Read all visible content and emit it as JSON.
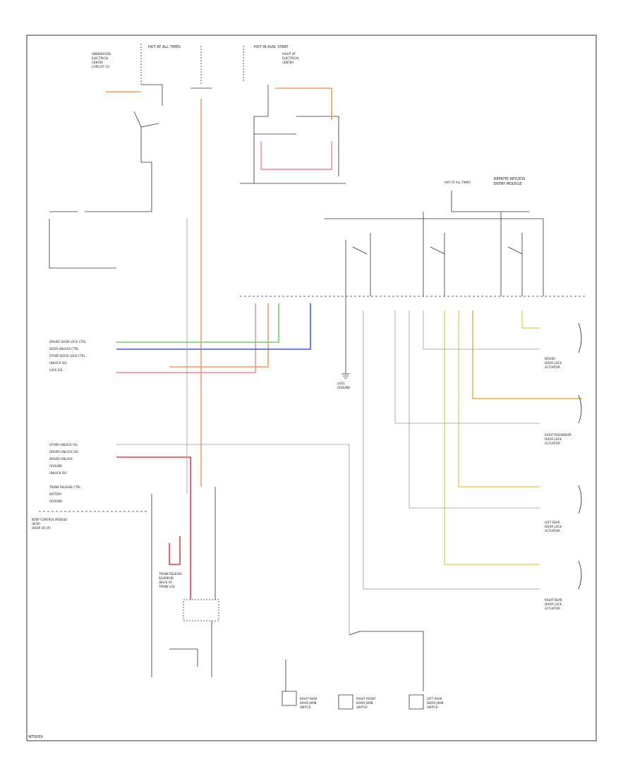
{
  "diagram": {
    "border_color": "#333333",
    "wire_colors": {
      "orange": "#f0a060",
      "pink": "#f08a9a",
      "red": "#e04050",
      "green": "#70d070",
      "blue": "#5a6cf0",
      "yellow": "#e8d060",
      "dark_yellow": "#d8b440",
      "gray": "#999999",
      "dark": "#333333"
    },
    "footer_code": "WT0059",
    "header_left": {
      "hot_label": "HOT AT ALL TIMES",
      "desc": [
        "UNDERHOOD",
        "ELECTRICAL",
        "CENTER",
        "(CIRCUIT 12)"
      ]
    },
    "header_mid": {
      "hot_label": "HOT IN RUN, START",
      "desc": [
        "RIGHT I/P",
        "ELECTRICAL",
        "CENTER"
      ]
    },
    "right_header": {
      "hot_label": "HOT AT ALL TIMES",
      "desc": [
        "REMOTE KEYLESS",
        "ENTRY MODULE"
      ]
    },
    "left_blocks": {
      "block1": [
        "DRIVER DOOR LOCK CTRL",
        "DOOR UNLOCK CTRL",
        "OTHER DOOR LOCK CTRL",
        "UNLOCK SIG",
        "LOCK SIG"
      ],
      "block2": [
        "OTHER UNLOCK SIG",
        "DRIVER UNLOCK SIG",
        "DRIVER UNLOCK",
        "GROUND",
        "UNLOCK SIG"
      ],
      "block3": [
        "TRUNK RELEASE CTRL",
        "BATTERY",
        "GROUND"
      ],
      "module_title": [
        "BODY CONTROL MODULE",
        "(BCM)",
        "(REAR OF I/P)"
      ]
    },
    "right_components": [
      [
        "DRIVER",
        "DOOR LOCK",
        "ACTUATOR"
      ],
      [
        "RIGHT PASSENGER",
        "DOOR LOCK",
        "ACTUATOR"
      ],
      [
        "LEFT REAR",
        "DOOR LOCK",
        "ACTUATOR"
      ],
      [
        "RIGHT REAR",
        "DOOR LOCK",
        "ACTUATOR"
      ]
    ],
    "bottom_components": [
      [
        "RIGHT REAR",
        "DOOR JAMB",
        "SWITCH"
      ],
      [
        "RIGHT FRONT",
        "DOOR JAMB",
        "SWITCH"
      ],
      [
        "LEFT REAR",
        "DOOR JAMB",
        "SWITCH"
      ]
    ],
    "mid_component": [
      "TRUNK RELEASE",
      "SOLENOID",
      "(BACK OF",
      "TRUNK LID)"
    ],
    "ground_label": [
      "G201",
      "GROUND"
    ]
  }
}
